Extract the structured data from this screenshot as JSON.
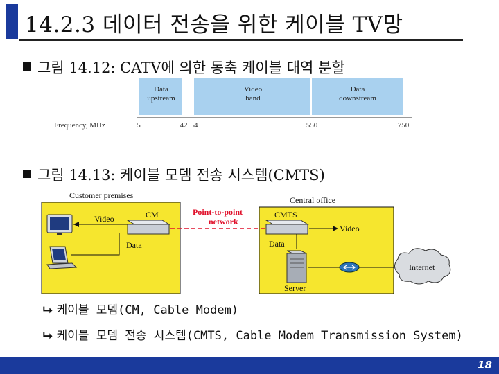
{
  "slide": {
    "title": "14.2.3 데이터 전송을 위한 케이블 TV망",
    "page_number": "18"
  },
  "fig1": {
    "caption": "그림 14.12: CATV에 의한 동축 케이블 대역 분할",
    "bands": [
      {
        "label": "Data\nupstream",
        "start": 5,
        "end": 42,
        "color": "#a9d1ef"
      },
      {
        "label": "Video\nband",
        "start": 54,
        "end": 550,
        "color": "#a9d1ef"
      },
      {
        "label": "Data\ndownstream",
        "start": 550,
        "end": 750,
        "color": "#a9d1ef"
      }
    ],
    "axis_label": "Frequency, MHz",
    "ticks": [
      "5",
      "42",
      "54",
      "550",
      "750"
    ]
  },
  "fig2": {
    "caption": "그림 14.13: 케이블 모뎀 전송 시스템(CMTS)",
    "customer_label": "Customer premises",
    "central_label": "Central office",
    "cm_label": "CM",
    "cmts_label": "CMTS",
    "network_label_1": "Point-to-point",
    "network_label_2": "network",
    "video_left": "Video",
    "data_left": "Data",
    "video_right": "Video",
    "data_right": "Data",
    "server_label": "Server",
    "internet_label": "Internet",
    "zone_color": "#f6e62e",
    "network_color": "#e0112b"
  },
  "notes": [
    "케이블 모뎀(CM, Cable Modem)",
    "케이블 모뎀 전송 시스템(CMTS, Cable Modem Transmission System)"
  ]
}
